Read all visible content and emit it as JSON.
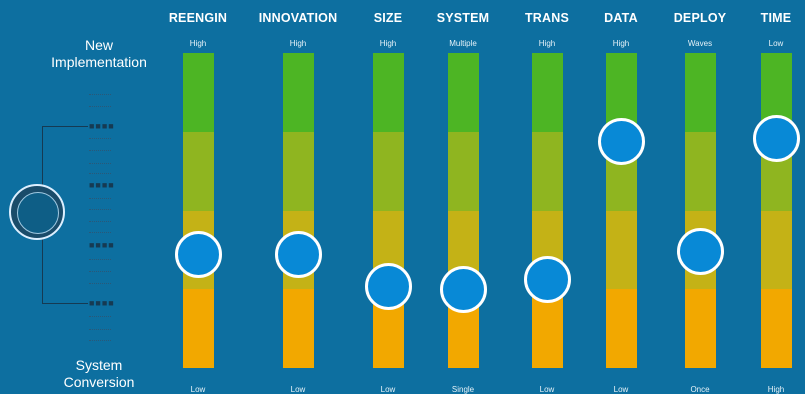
{
  "side_labels": {
    "top": "New Implementation",
    "bottom": "System Conversion"
  },
  "columns": [
    {
      "title": "REENGIN",
      "top": "High",
      "bottom": "Low",
      "level": 0.36
    },
    {
      "title": "INNOVATION",
      "top": "High",
      "bottom": "Low",
      "level": 0.36
    },
    {
      "title": "SIZE",
      "top": "High",
      "bottom": "Low",
      "level": 0.26
    },
    {
      "title": "SYSTEM",
      "top": "Multiple",
      "bottom": "Single",
      "level": 0.25
    },
    {
      "title": "TRANS",
      "top": "High",
      "bottom": "Low",
      "level": 0.28
    },
    {
      "title": "DATA",
      "top": "High",
      "bottom": "Low",
      "level": 0.72
    },
    {
      "title": "DEPLOY",
      "top": "Waves",
      "bottom": "Once",
      "level": 0.37
    },
    {
      "title": "TIME",
      "top": "Low",
      "bottom": "High",
      "level": 0.73
    }
  ],
  "colors": {
    "background": "#0d6fa0",
    "band_1": "#4db524",
    "band_2": "#8fb520",
    "band_3": "#c4b216",
    "band_4": "#f2a800",
    "knob": "#0889d6"
  },
  "icons": {
    "logo": "organization-logo-icon",
    "knob": "slider-knob-icon"
  }
}
